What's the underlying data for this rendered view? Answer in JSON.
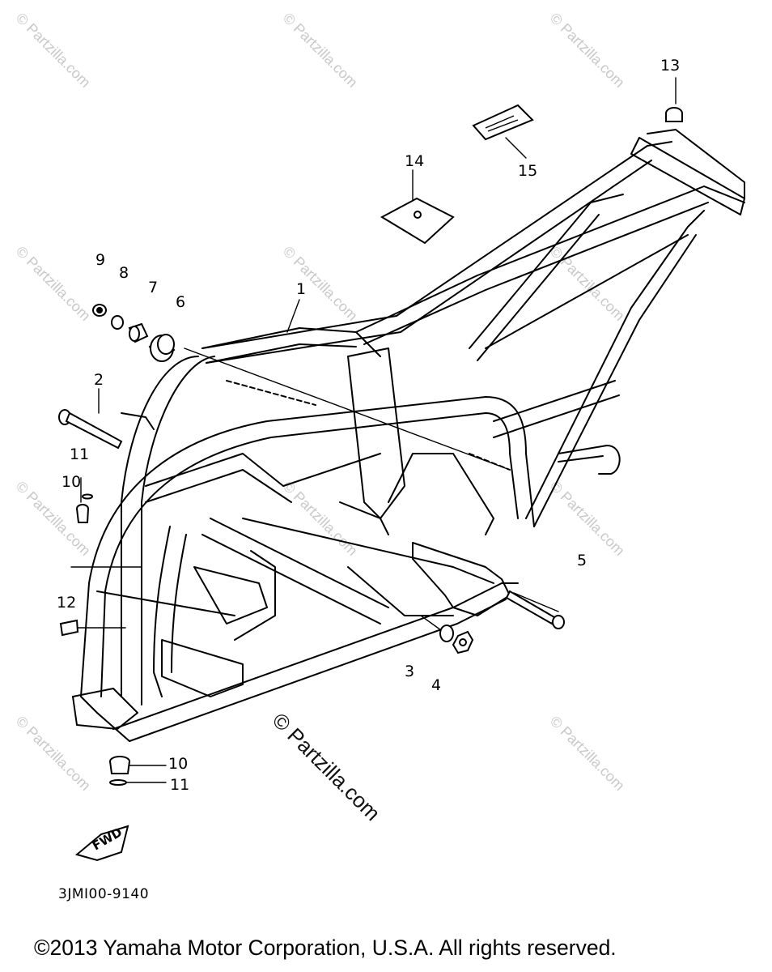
{
  "watermarks": {
    "small": "© Partzilla.com",
    "large": "© Partzilla.com"
  },
  "callouts": [
    "1",
    "2",
    "3",
    "4",
    "5",
    "6",
    "7",
    "8",
    "9",
    "10",
    "10",
    "11",
    "11",
    "12",
    "13",
    "14",
    "15"
  ],
  "fwd_label": "FWD",
  "diagram_code": "3JMI00-9140",
  "copyright": "©2013 Yamaha Motor Corporation, U.S.A. All rights reserved."
}
